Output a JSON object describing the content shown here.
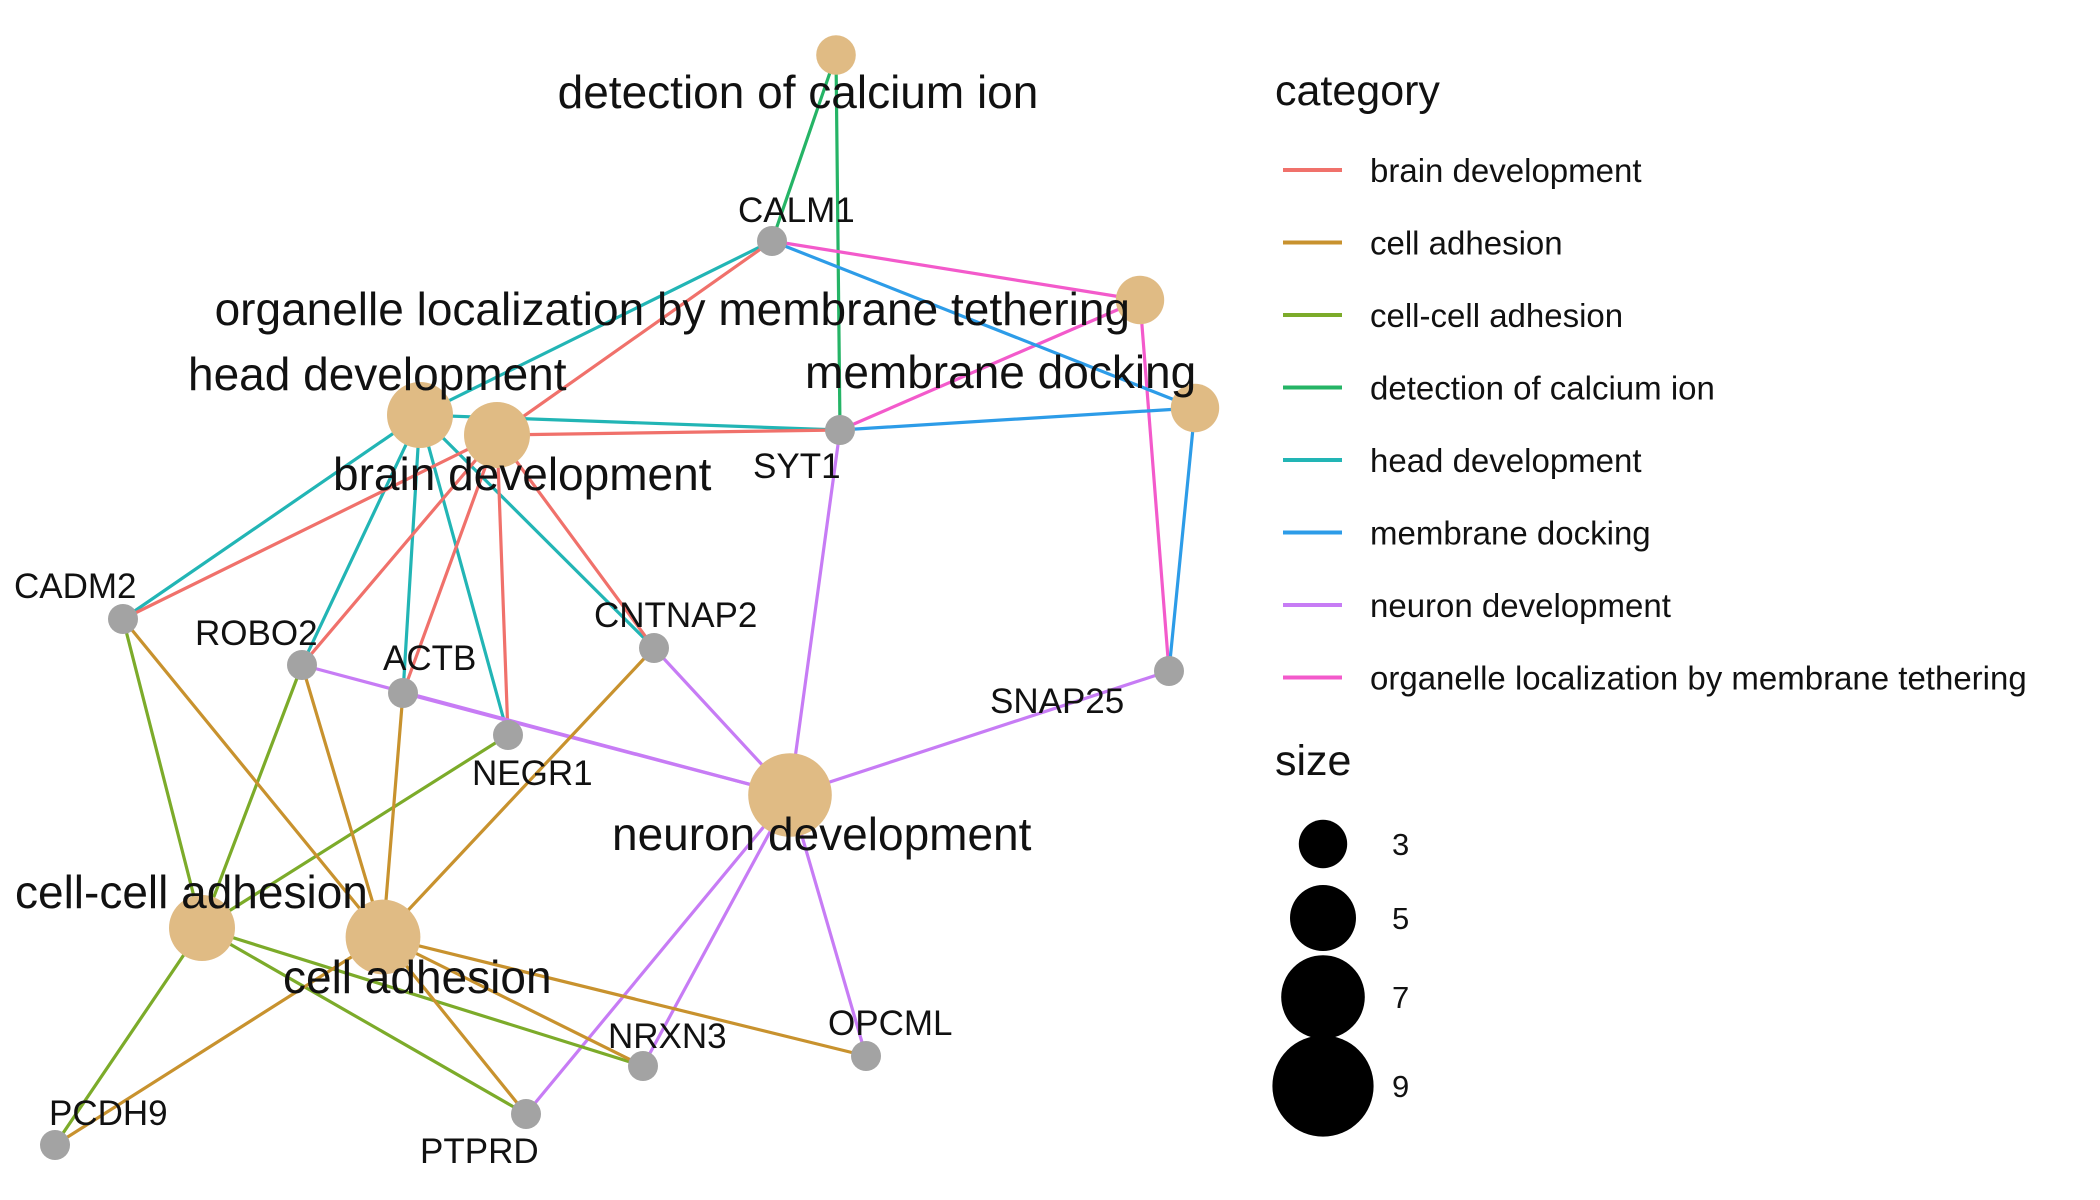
{
  "legend": {
    "category_title": "category",
    "size_title": "size"
  },
  "colors": {
    "category_node": "#E0BB84",
    "gene_node": "#A3A3A3",
    "size_key": "#000000"
  },
  "categories": [
    {
      "id": "brain",
      "label": "brain development",
      "color": "#F0716B",
      "size": 5
    },
    {
      "id": "cell_adh",
      "label": "cell adhesion",
      "color": "#C8922E",
      "size": 6
    },
    {
      "id": "cellcell",
      "label": "cell-cell adhesion",
      "color": "#7CAB2A",
      "size": 5
    },
    {
      "id": "calcium",
      "label": "detection of calcium ion",
      "color": "#25B466",
      "size": 2
    },
    {
      "id": "head",
      "label": "head development",
      "color": "#22B5B5",
      "size": 5
    },
    {
      "id": "docking",
      "label": "membrane docking",
      "color": "#2D9CE8",
      "size": 3
    },
    {
      "id": "neuron",
      "label": "neuron development",
      "color": "#C77CF5",
      "size": 7
    },
    {
      "id": "tether",
      "label": "organelle localization by membrane tethering",
      "color": "#F35ACB",
      "size": 3
    }
  ],
  "genes": [
    "CALM1",
    "SYT1",
    "CADM2",
    "ROBO2",
    "ACTB",
    "NEGR1",
    "CNTNAP2",
    "SNAP25",
    "NRXN3",
    "OPCML",
    "PCDH9",
    "PTPRD"
  ],
  "edges": [
    {
      "category": "calcium",
      "gene": "CALM1"
    },
    {
      "category": "calcium",
      "gene": "SYT1"
    },
    {
      "category": "tether",
      "gene": "CALM1"
    },
    {
      "category": "tether",
      "gene": "SYT1"
    },
    {
      "category": "tether",
      "gene": "SNAP25"
    },
    {
      "category": "docking",
      "gene": "CALM1"
    },
    {
      "category": "docking",
      "gene": "SYT1"
    },
    {
      "category": "docking",
      "gene": "SNAP25"
    },
    {
      "category": "head",
      "gene": "CALM1"
    },
    {
      "category": "head",
      "gene": "SYT1"
    },
    {
      "category": "head",
      "gene": "CADM2"
    },
    {
      "category": "head",
      "gene": "ROBO2"
    },
    {
      "category": "head",
      "gene": "ACTB"
    },
    {
      "category": "head",
      "gene": "NEGR1"
    },
    {
      "category": "head",
      "gene": "CNTNAP2"
    },
    {
      "category": "brain",
      "gene": "CALM1"
    },
    {
      "category": "brain",
      "gene": "SYT1"
    },
    {
      "category": "brain",
      "gene": "CADM2"
    },
    {
      "category": "brain",
      "gene": "ROBO2"
    },
    {
      "category": "brain",
      "gene": "ACTB"
    },
    {
      "category": "brain",
      "gene": "NEGR1"
    },
    {
      "category": "brain",
      "gene": "CNTNAP2"
    },
    {
      "category": "neuron",
      "gene": "SYT1"
    },
    {
      "category": "neuron",
      "gene": "ROBO2"
    },
    {
      "category": "neuron",
      "gene": "ACTB"
    },
    {
      "category": "neuron",
      "gene": "CNTNAP2"
    },
    {
      "category": "neuron",
      "gene": "SNAP25"
    },
    {
      "category": "neuron",
      "gene": "NRXN3"
    },
    {
      "category": "neuron",
      "gene": "OPCML"
    },
    {
      "category": "neuron",
      "gene": "PTPRD"
    },
    {
      "category": "cellcell",
      "gene": "CADM2"
    },
    {
      "category": "cellcell",
      "gene": "ROBO2"
    },
    {
      "category": "cellcell",
      "gene": "NEGR1"
    },
    {
      "category": "cellcell",
      "gene": "NRXN3"
    },
    {
      "category": "cellcell",
      "gene": "PCDH9"
    },
    {
      "category": "cellcell",
      "gene": "PTPRD"
    },
    {
      "category": "cell_adh",
      "gene": "CADM2"
    },
    {
      "category": "cell_adh",
      "gene": "ROBO2"
    },
    {
      "category": "cell_adh",
      "gene": "ACTB"
    },
    {
      "category": "cell_adh",
      "gene": "CNTNAP2"
    },
    {
      "category": "cell_adh",
      "gene": "NRXN3"
    },
    {
      "category": "cell_adh",
      "gene": "OPCML"
    },
    {
      "category": "cell_adh",
      "gene": "PCDH9"
    },
    {
      "category": "cell_adh",
      "gene": "PTPRD"
    }
  ],
  "size_key": [
    {
      "label": "3",
      "value": 3
    },
    {
      "label": "5",
      "value": 5
    },
    {
      "label": "7",
      "value": 7
    },
    {
      "label": "9",
      "value": 9
    }
  ]
}
